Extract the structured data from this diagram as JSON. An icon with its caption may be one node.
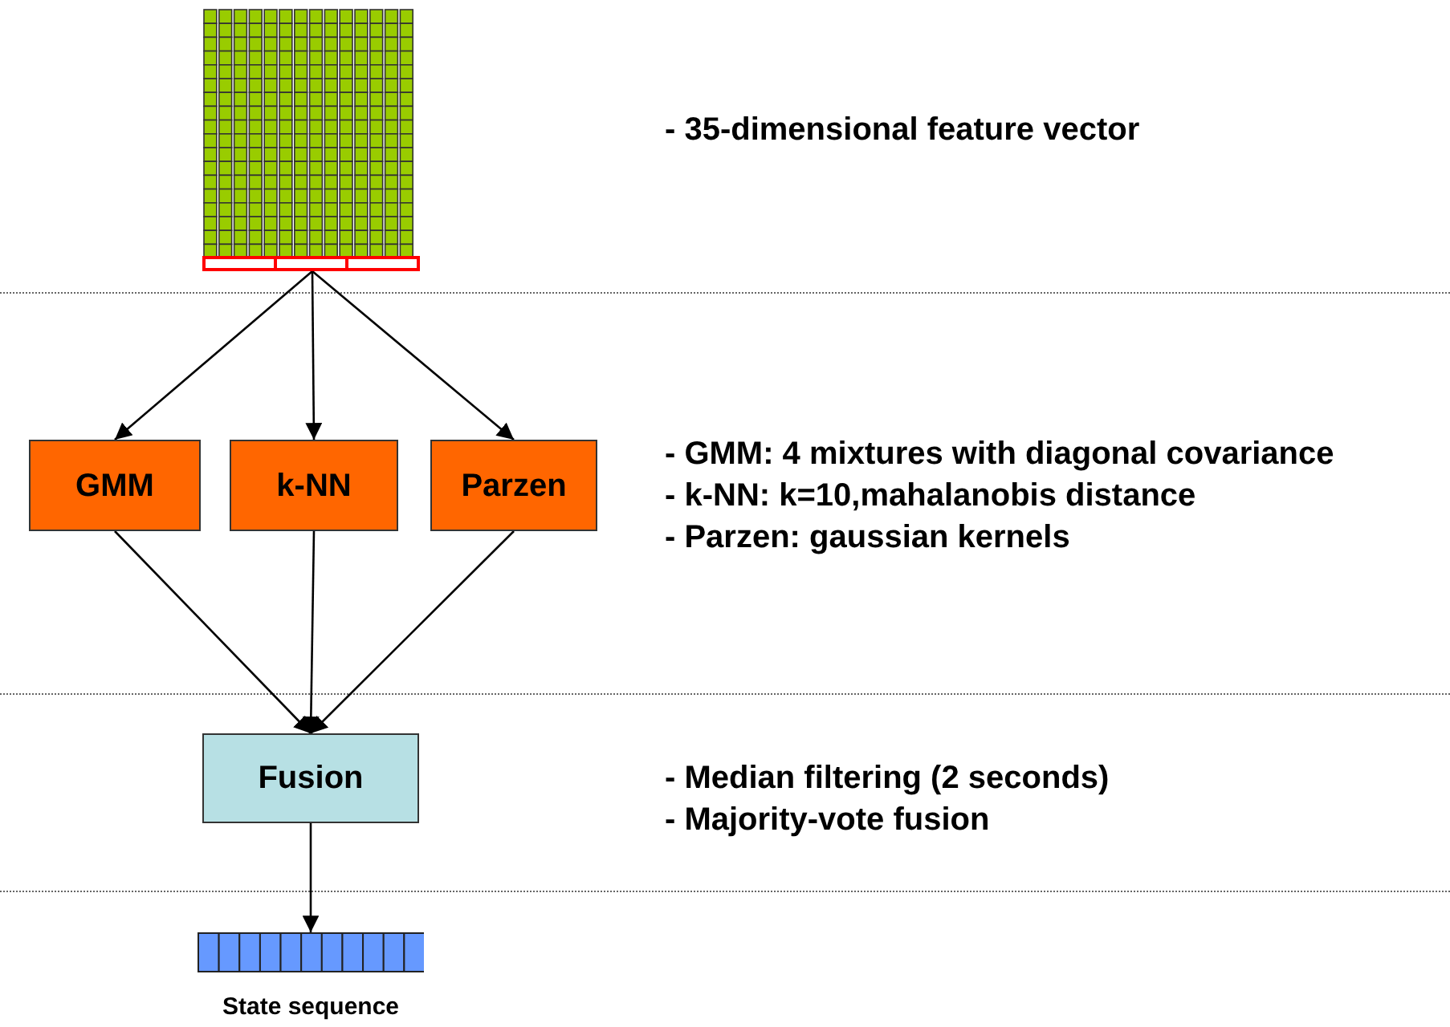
{
  "diagram": {
    "nodes": [
      {
        "text": [],
        "shape": "picture"
      },
      {
        "text": [
          "GMM"
        ]
      },
      {
        "text": [
          "k-NN"
        ]
      },
      {
        "text": [
          "Parzen"
        ]
      },
      {
        "text": [
          "Fusion"
        ]
      },
      {
        "text": [],
        "shape": "bar",
        "beside": [
          "State sequence"
        ]
      }
    ],
    "edges": [
      {
        "from": 0,
        "to": 1,
        "arrow": "to"
      },
      {
        "from": 0,
        "to": 2,
        "arrow": "to"
      },
      {
        "from": 0,
        "to": 3,
        "arrow": "to"
      },
      {
        "from": 1,
        "to": 4,
        "arrow": "to"
      },
      {
        "from": 2,
        "to": 4,
        "arrow": "to"
      },
      {
        "from": 3,
        "to": 4,
        "arrow": "to"
      },
      {
        "from": 4,
        "to": 5,
        "arrow": "to"
      }
    ],
    "labels": [
      "- 35-dimensional feature vector",
      "- GMM: 4 mixtures with diagonal covariance",
      "- k-NN: k=10,mahalanobis distance",
      "- Parzen: gaussian kernels",
      "- Median filtering (2 seconds)",
      "- Majority-vote fusion"
    ]
  }
}
